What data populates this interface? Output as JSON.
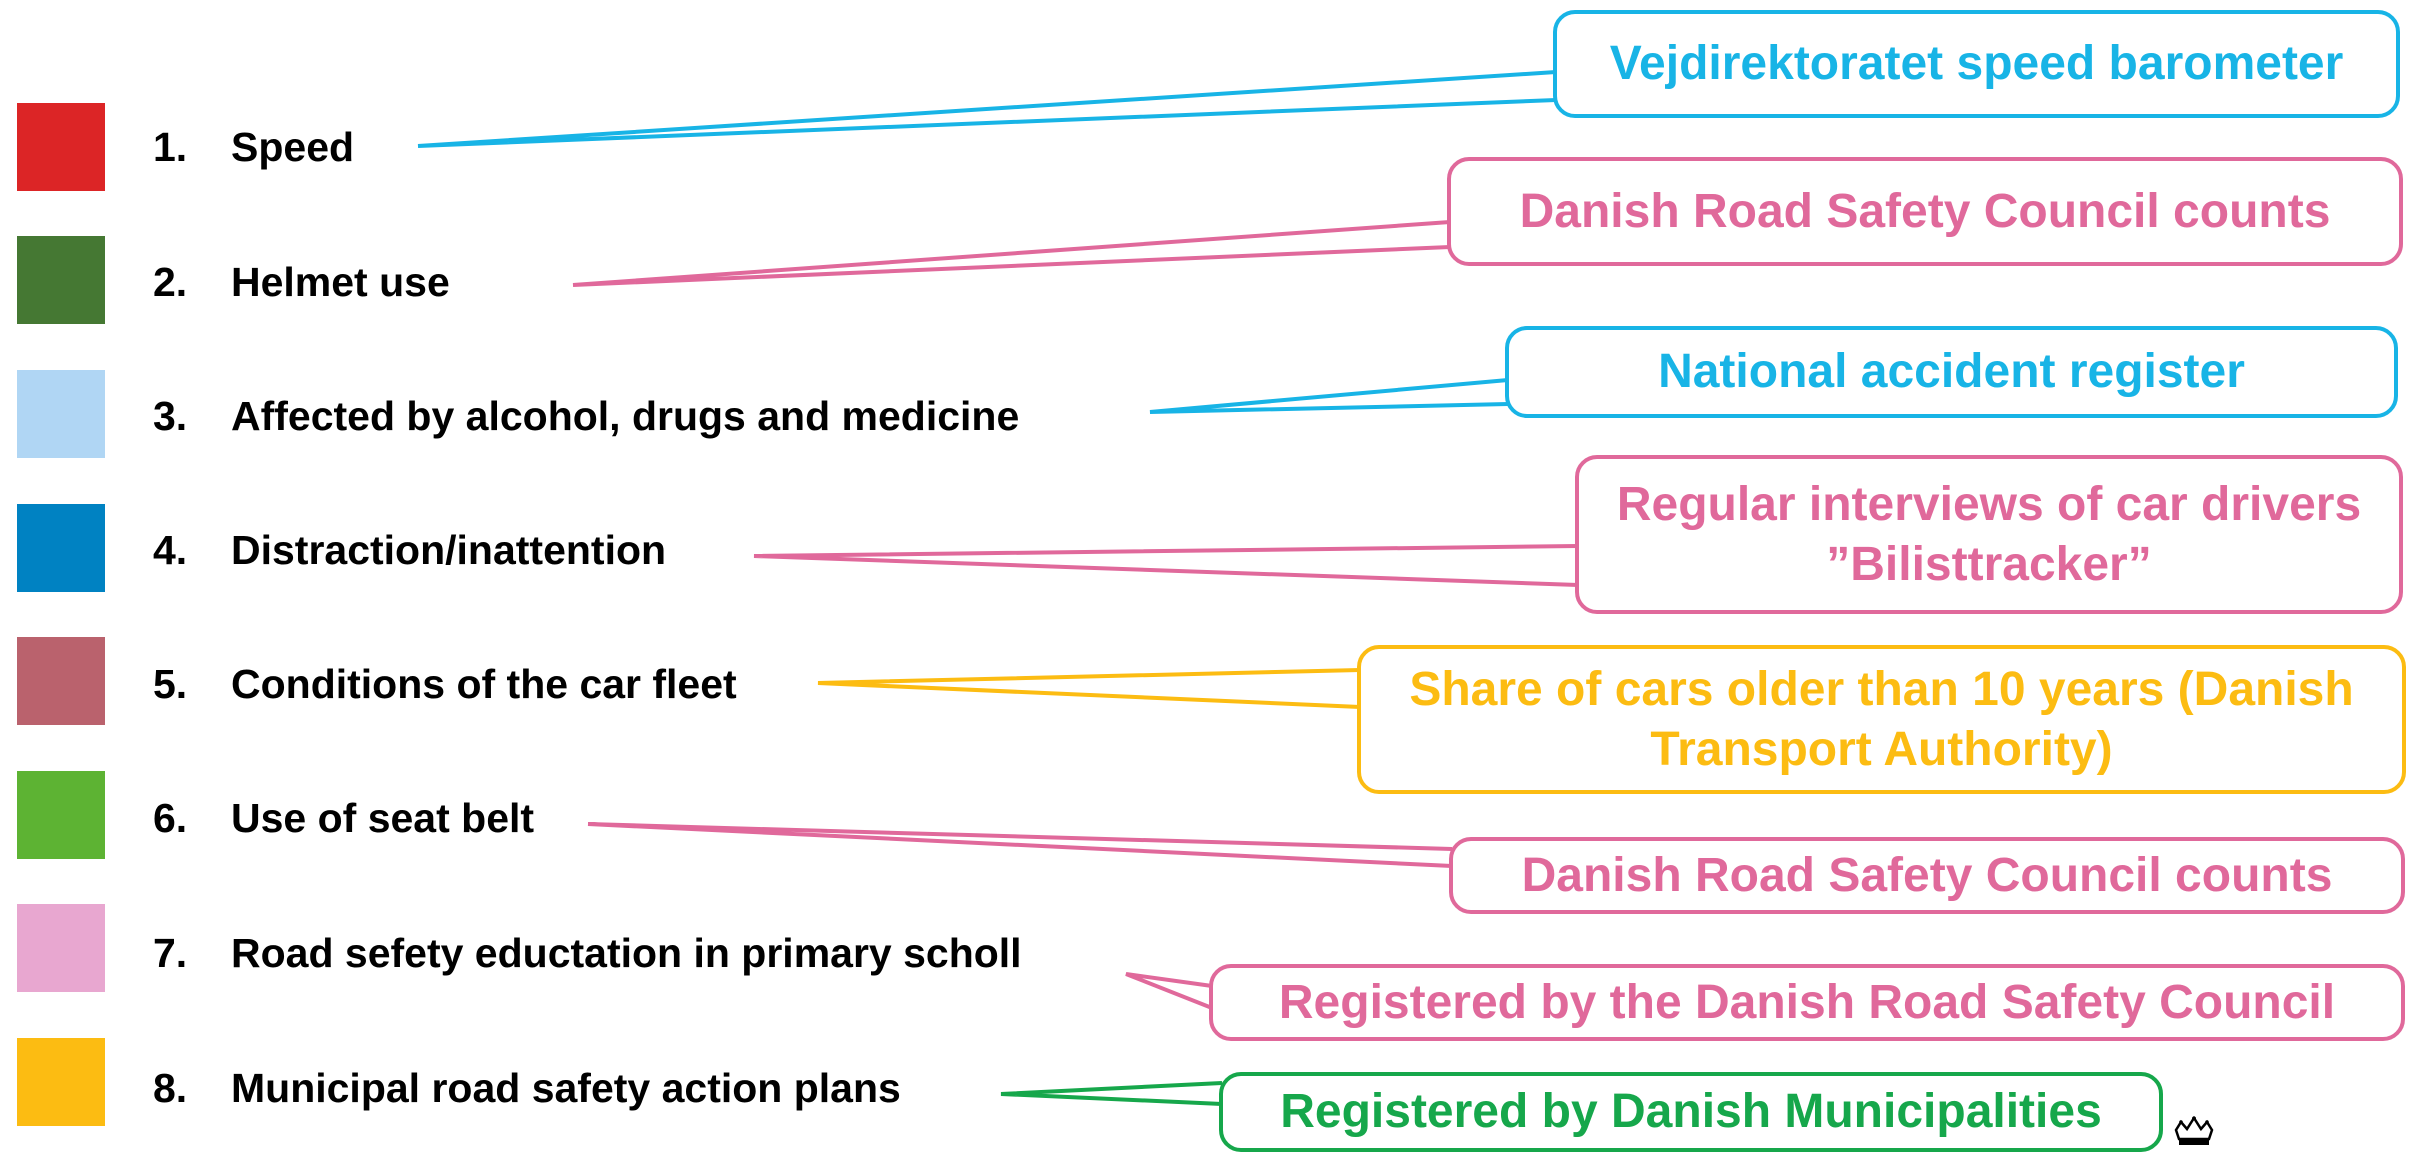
{
  "colors": {
    "cyan": "#18b4e6",
    "pink": "#e0699b",
    "yellow": "#fcbc12",
    "green": "#16a74b"
  },
  "indicators": [
    {
      "number": "1.",
      "label": "Speed",
      "swatch_color": "#dc2526"
    },
    {
      "number": "2.",
      "label": "Helmet use",
      "swatch_color": "#457833"
    },
    {
      "number": "3.",
      "label": "Affected by alcohol, drugs and medicine",
      "swatch_color": "#b0d6f4"
    },
    {
      "number": "4.",
      "label": "Distraction/inattention",
      "swatch_color": "#0082c2"
    },
    {
      "number": "5.",
      "label": "Conditions of the car fleet",
      "swatch_color": "#ba626d"
    },
    {
      "number": "6.",
      "label": "Use of seat belt",
      "swatch_color": "#5db333"
    },
    {
      "number": "7.",
      "label": "Road sefety eductation in primary scholl",
      "swatch_color": "#e8a7d0"
    },
    {
      "number": "8.",
      "label": "Municipal road safety action plans",
      "swatch_color": "#fcbc12"
    }
  ],
  "sources": [
    {
      "text": "Vejdirektoratet speed barometer",
      "color": "#18b4e6"
    },
    {
      "text": "Danish Road Safety Council counts",
      "color": "#e0699b"
    },
    {
      "text": "National accident register",
      "color": "#18b4e6"
    },
    {
      "text": "Regular interviews of car drivers ”Bilisttracker”",
      "color": "#e0699b"
    },
    {
      "text": "Share of cars older than 10 years (Danish Transport Authority)",
      "color": "#fcbc12"
    },
    {
      "text": "Danish Road Safety Council counts",
      "color": "#e0699b"
    },
    {
      "text": "Registered by the Danish Road Safety Council",
      "color": "#e0699b"
    },
    {
      "text": "Registered by Danish Municipalities",
      "color": "#16a74b"
    }
  ],
  "logo": {
    "icon": "crown-icon"
  }
}
